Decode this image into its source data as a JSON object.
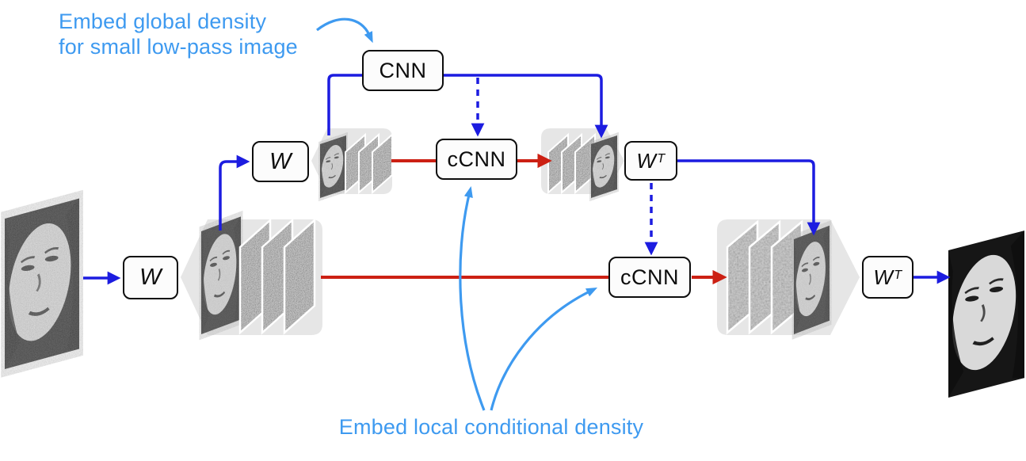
{
  "colors": {
    "arrow_blue": "#1c1ce0",
    "arrow_red": "#cc2013",
    "annotation_blue": "#3e9af0",
    "blob_gray": "#e6e6e6",
    "box_border": "#0d0d0d",
    "box_fill": "#fcfcfc"
  },
  "annotations": {
    "global_density": {
      "line1": "Embed global density",
      "line2": "for small low-pass image"
    },
    "local_density": "Embed local conditional density"
  },
  "nodes": {
    "w_input": {
      "label": "W"
    },
    "w_small": {
      "label": "W"
    },
    "cnn": {
      "label": "CNN"
    },
    "ccnn_top": {
      "label": "cCNN"
    },
    "ccnn_bottom": {
      "label": "cCNN"
    },
    "wt_top": {
      "base": "W",
      "sup": "T"
    },
    "wt_bottom": {
      "base": "W",
      "sup": "T"
    }
  },
  "icons": {
    "input_image": "noisy-face-photo",
    "output_image": "clean-face-photo",
    "lowpass_band": "small-low-pass-face-image",
    "detail_bands": "noisy-wavelet-detail-subbands"
  }
}
